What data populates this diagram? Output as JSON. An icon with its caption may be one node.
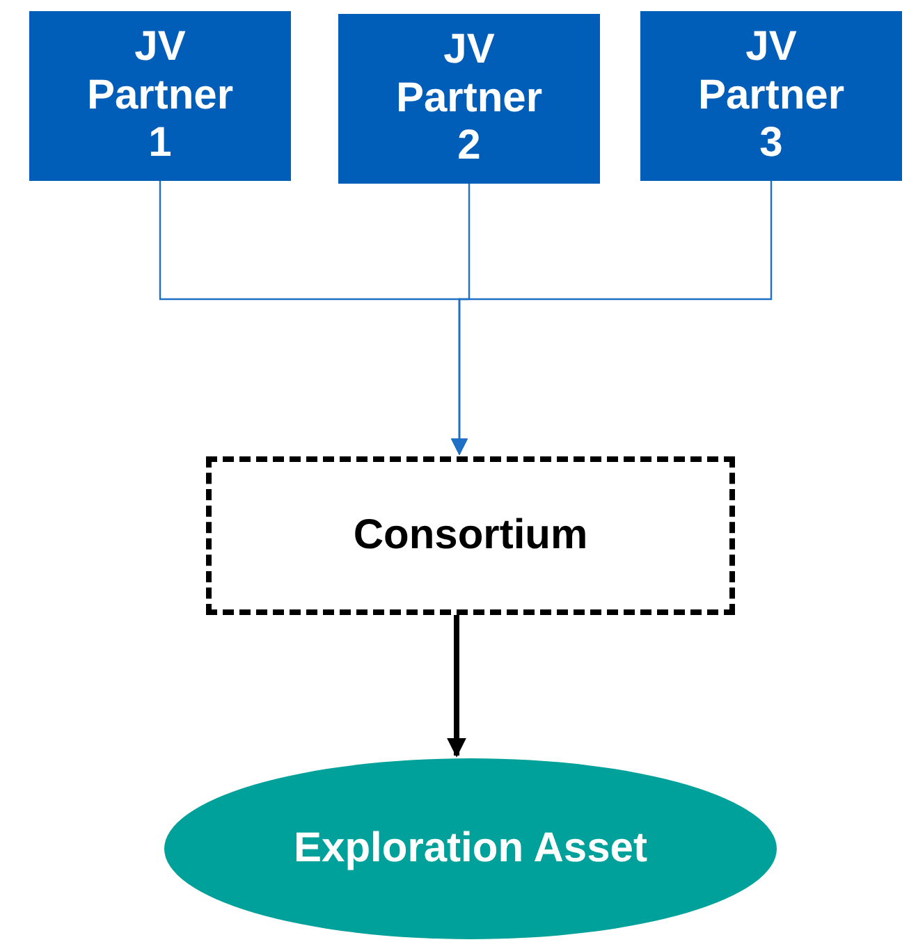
{
  "diagram": {
    "nodes": [
      {
        "text": [
          "JV Partner 1"
        ]
      },
      {
        "text": [
          "JV Partner 2"
        ]
      },
      {
        "text": [
          "JV Partner 3"
        ]
      },
      {
        "text": [
          "Consortium"
        ]
      },
      {
        "text": [
          "Exploration Asset"
        ]
      }
    ],
    "edges": [
      {
        "from": 0,
        "to": 3,
        "arrow": "to"
      },
      {
        "from": 1,
        "to": 3,
        "arrow": "to"
      },
      {
        "from": 2,
        "to": 3,
        "arrow": "to"
      },
      {
        "from": 3,
        "to": 4,
        "arrow": "to",
        "style": "thick",
        "color": "#000000"
      }
    ]
  }
}
